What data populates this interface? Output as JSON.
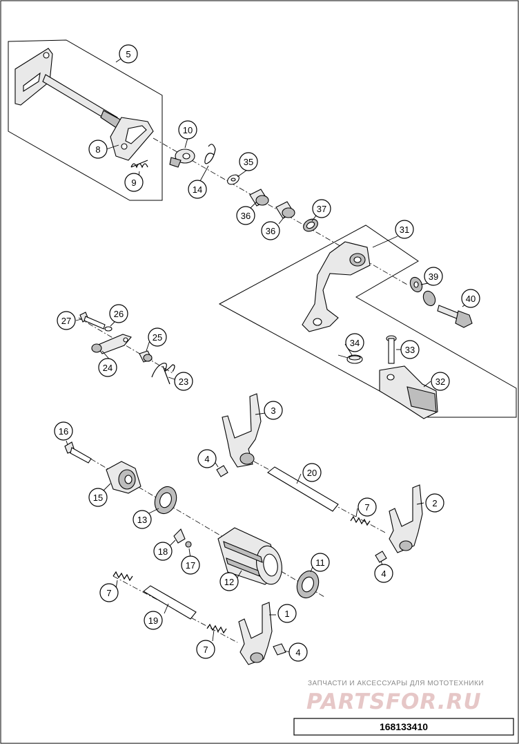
{
  "diagram_code": "168133410",
  "watermark": {
    "line1": "ЗАПЧАСТИ И АКСЕССУАРЫ ДЛЯ МОТОТЕХНИКИ",
    "logo": "PARTSFOR.RU"
  },
  "callouts": {
    "c1": "1",
    "c2": "2",
    "c3": "3",
    "c4a": "4",
    "c4b": "4",
    "c4c": "4",
    "c5": "5",
    "c7a": "7",
    "c7b": "7",
    "c7c": "7",
    "c8": "8",
    "c9": "9",
    "c10": "10",
    "c11": "11",
    "c12": "12",
    "c13": "13",
    "c14": "14",
    "c15": "15",
    "c16": "16",
    "c17": "17",
    "c18": "18",
    "c19": "19",
    "c20": "20",
    "c23": "23",
    "c24": "24",
    "c25": "25",
    "c26": "26",
    "c27": "27",
    "c31": "31",
    "c32": "32",
    "c33": "33",
    "c34": "34",
    "c35": "35",
    "c36a": "36",
    "c36b": "36",
    "c37": "37",
    "c39": "39",
    "c40": "40"
  }
}
